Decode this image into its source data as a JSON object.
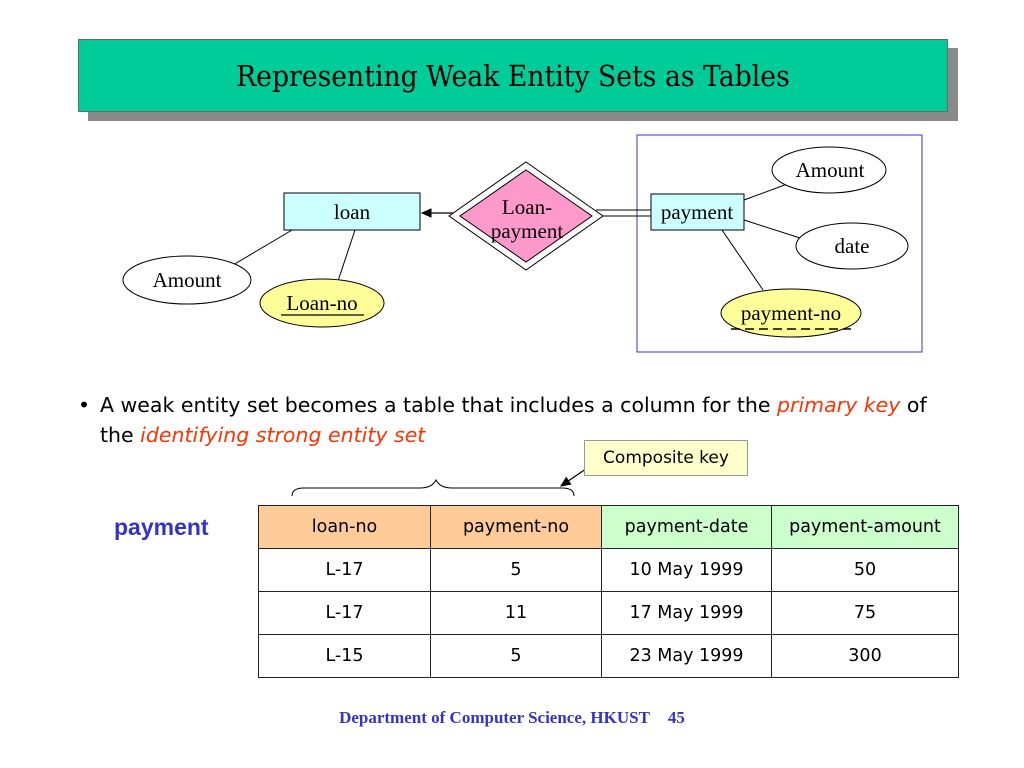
{
  "title": "Representing Weak Entity Sets as Tables",
  "diagram": {
    "loan_entity": "loan",
    "relationship_line1": "Loan-",
    "relationship_line2": "payment",
    "payment_entity": "payment",
    "loan_attr_amount": "Amount",
    "loan_attr_key": "Loan-no",
    "payment_attr_amount": "Amount",
    "payment_attr_date": "date",
    "payment_attr_discriminator": "payment-no"
  },
  "bullet": {
    "text1": "A weak entity set becomes a table that includes a column for the ",
    "em1": "primary key",
    "text2": " of the ",
    "em2": "identifying strong entity set"
  },
  "callout": "Composite key",
  "table": {
    "name": "payment",
    "columns": [
      "loan-no",
      "payment-no",
      "payment-date",
      "payment-amount"
    ],
    "rows": [
      [
        "L-17",
        "5",
        "10 May 1999",
        "50"
      ],
      [
        "L-17",
        "11",
        "17 May 1999",
        "75"
      ],
      [
        "L-15",
        "5",
        "23 May 1999",
        "300"
      ]
    ]
  },
  "footer": {
    "department": "Department of Computer Science, HKUST",
    "page": "45"
  },
  "colors": {
    "title_bg": "#00cc99",
    "entity_fill": "#ccffff",
    "relationship_fill": "#ff99cc",
    "key_attr_fill": "#ffff99",
    "emphasis": "#ff3300",
    "table_key_header": "#ffcc99",
    "table_attr_header": "#ccffcc",
    "accent_blue": "#3333cc"
  }
}
